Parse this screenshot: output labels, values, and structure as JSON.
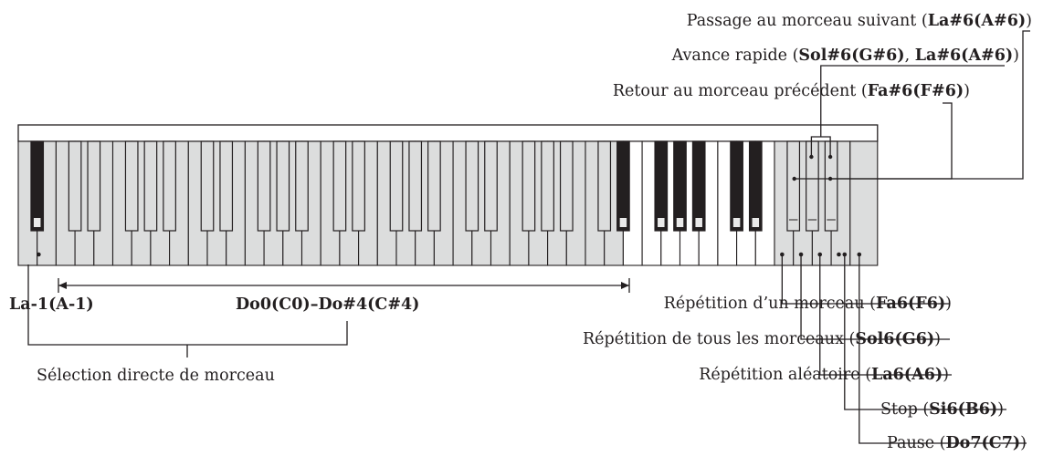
{
  "colors": {
    "line": "#231f20",
    "key_white": "#ffffff",
    "key_shaded": "#dcdddd",
    "key_black": "#231f20",
    "key_black_highlight": "#e9e9e9"
  },
  "keyboard": {
    "first_key": "A-1",
    "last_key": "C7",
    "white_key_count": 52,
    "visible_white_keys": 44,
    "shaded_ranges": [
      "La-1 – Do#4",
      "Fa6 – Do7"
    ]
  },
  "labels": {
    "next_song": {
      "text": "Passage au morceau suivant (",
      "bold": "La#6(A#6)",
      "end": ")"
    },
    "fast_forward": {
      "text": "Avance rapide (",
      "bold1": "Sol#6(G#6)",
      "mid": ", ",
      "bold2": "La#6(A#6)",
      "end": ")"
    },
    "previous_song": {
      "text": "Retour au morceau précédent (",
      "bold": "Fa#6(F#6)",
      "end": ")"
    },
    "low_a": "La-1(A-1)",
    "range": "Do0(C0)–Do#4(C#4)",
    "direct_select": "Sélection directe de morceau",
    "repeat_one": {
      "text": "Répétition d’un morceau (",
      "bold": "Fa6(F6)",
      "end": ")"
    },
    "repeat_all": {
      "text": "Répétition de tous les morceaux (",
      "bold": "Sol6(G6)",
      "end": ")"
    },
    "repeat_random": {
      "text": "Répétition aléatoire (",
      "bold": "La6(A6)",
      "end": ")"
    },
    "stop": {
      "text": "Stop (",
      "bold": "Si6(B6)",
      "end": ")"
    },
    "pause": {
      "text": "Pause (",
      "bold": "Do7(C7)",
      "end": ")"
    }
  }
}
